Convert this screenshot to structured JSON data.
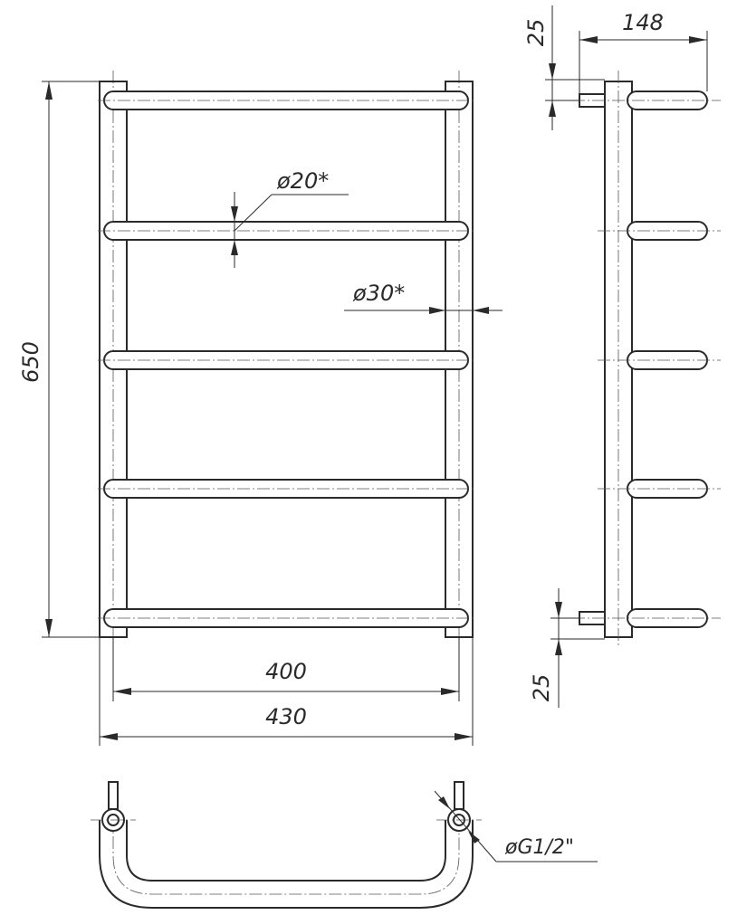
{
  "dimensions": {
    "height": "650",
    "inner_width": "400",
    "outer_width": "430",
    "depth": "148",
    "top_offset": "25",
    "bottom_offset": "25",
    "rung_diameter": "ø20*",
    "riser_diameter": "ø30*",
    "connection_thread": "øG1/2\""
  },
  "layout": {
    "rungs": 5
  },
  "icons": {
    "arrows": "dimension-arrow-icon"
  }
}
